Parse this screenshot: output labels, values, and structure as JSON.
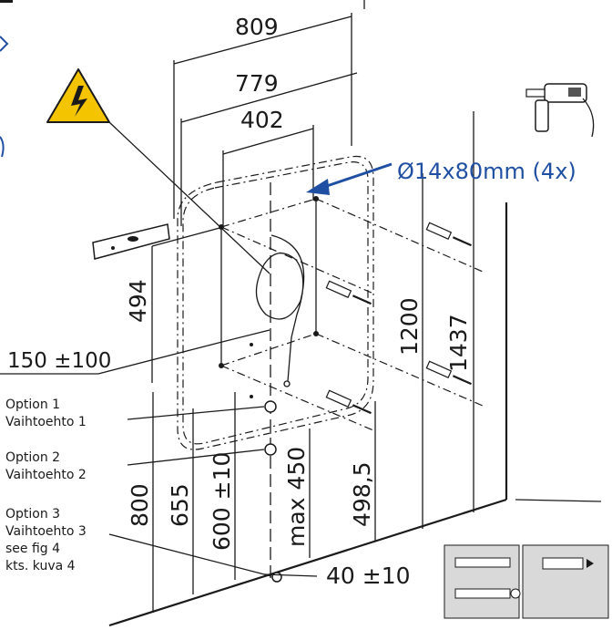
{
  "callout": {
    "drill_spec": "Ø14x80mm (4x)",
    "color": "#1f4fa3"
  },
  "dimensions": {
    "w809": "809",
    "w779": "779",
    "w402": "402",
    "h494": "494",
    "h1200": "1200",
    "h1437": "1437",
    "off150": "150 ±100",
    "h800": "800",
    "h655": "655",
    "h600": "600 ±10",
    "max450": "max 450",
    "h498": "498,5",
    "gap40": "40 ±10"
  },
  "options": [
    {
      "line1": "Option 1",
      "line2": "Vaihtoehto 1"
    },
    {
      "line1": "Option 2",
      "line2": "Vaihtoehto 2"
    },
    {
      "line1": "Option 3",
      "line2": "Vaihtoehto 3"
    }
  ],
  "see_fig": {
    "line1": "see fig 4",
    "line2": "kts. kuva 4"
  },
  "icons": [
    "warning-high-voltage-icon",
    "drill-icon",
    "spirit-level-icon",
    "wall-anchor-icon"
  ],
  "colors": {
    "warning_yellow": "#f5c400",
    "callout_blue": "#1f4fa3",
    "anchor_panel": "#d9d9d9"
  }
}
